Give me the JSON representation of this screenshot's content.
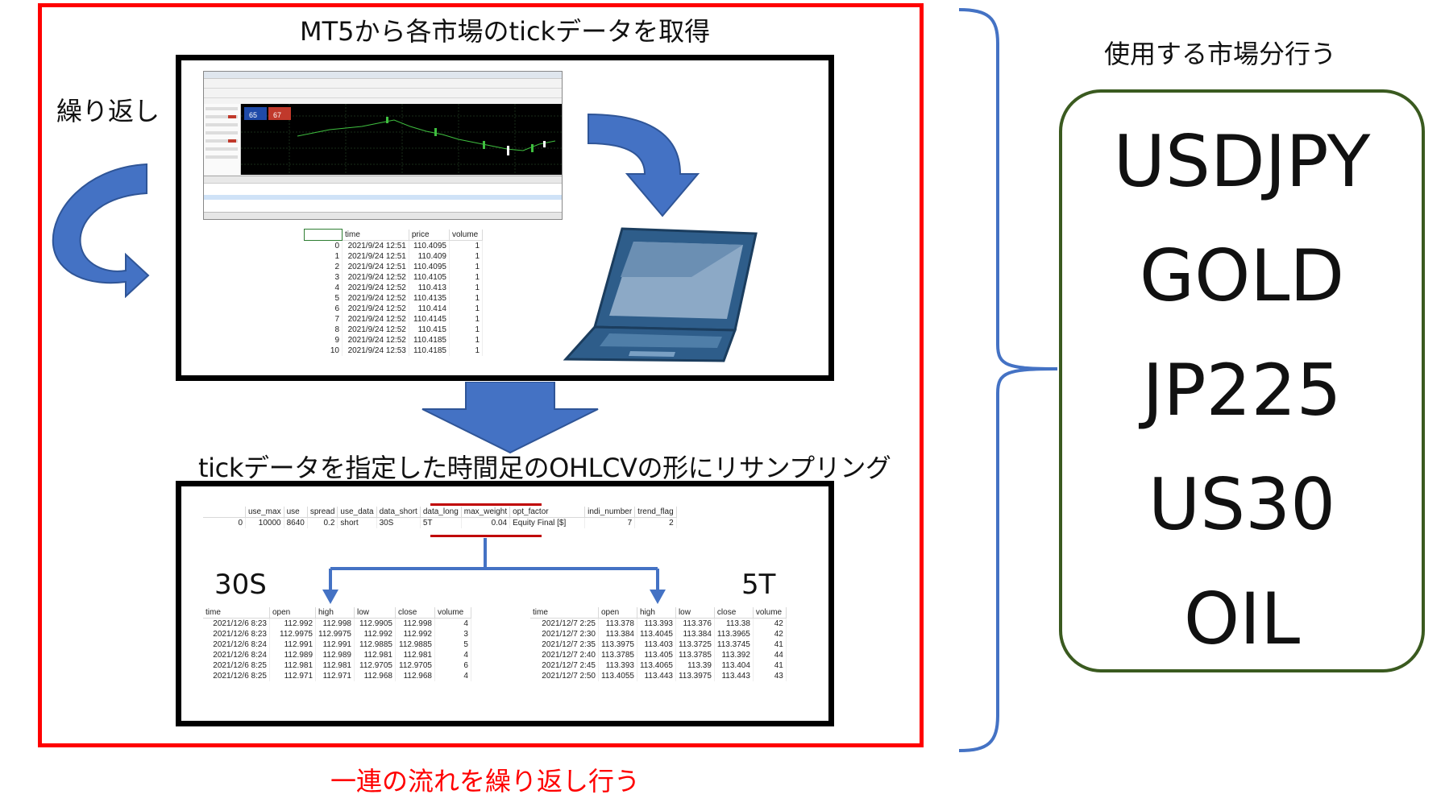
{
  "diagram": {
    "top_title": "MT5から各市場のtickデータを取得",
    "repeat_label": "繰り返し",
    "mid_title": "tickデータを指定した時間足のOHLCVの形にリサンプリング",
    "bottom_caption": "一連の流れを繰り返し行う",
    "right_title": "使用する市場分行う",
    "markets": [
      "USDJPY",
      "GOLD",
      "JP225",
      "US30",
      "OIL"
    ],
    "label_30s": "30S",
    "label_5t": "5T",
    "mt5_quotes": {
      "bid": "65",
      "ask": "67"
    },
    "colors": {
      "red_frame": "#ff0000",
      "arrow_blue": "#4472c4",
      "green_box": "#3a5a1f",
      "caption_red": "#ff0000",
      "select_red": "#c00000"
    }
  },
  "tick_table": {
    "headers": [
      "",
      "time",
      "price",
      "volume"
    ],
    "rows": [
      [
        "0",
        "2021/9/24 12:51",
        "110.4095",
        "1"
      ],
      [
        "1",
        "2021/9/24 12:51",
        "110.409",
        "1"
      ],
      [
        "2",
        "2021/9/24 12:51",
        "110.4095",
        "1"
      ],
      [
        "3",
        "2021/9/24 12:52",
        "110.4105",
        "1"
      ],
      [
        "4",
        "2021/9/24 12:52",
        "110.413",
        "1"
      ],
      [
        "5",
        "2021/9/24 12:52",
        "110.4135",
        "1"
      ],
      [
        "6",
        "2021/9/24 12:52",
        "110.414",
        "1"
      ],
      [
        "7",
        "2021/9/24 12:52",
        "110.4145",
        "1"
      ],
      [
        "8",
        "2021/9/24 12:52",
        "110.415",
        "1"
      ],
      [
        "9",
        "2021/9/24 12:52",
        "110.4185",
        "1"
      ],
      [
        "10",
        "2021/9/24 12:53",
        "110.4185",
        "1"
      ]
    ]
  },
  "param_table": {
    "headers": [
      "",
      "use_max",
      "use",
      "spread",
      "use_data",
      "data_short",
      "data_long",
      "max_weight",
      "opt_factor",
      "indi_number",
      "trend_flag"
    ],
    "row": [
      "0",
      "10000",
      "8640",
      "0.2",
      "short",
      "30S",
      "5T",
      "0.04",
      "Equity Final [$]",
      "7",
      "2"
    ]
  },
  "ohlcv_30s": {
    "headers": [
      "time",
      "open",
      "high",
      "low",
      "close",
      "volume"
    ],
    "rows": [
      [
        "2021/12/6 8:23",
        "112.992",
        "112.998",
        "112.9905",
        "112.998",
        "4"
      ],
      [
        "2021/12/6 8:23",
        "112.9975",
        "112.9975",
        "112.992",
        "112.992",
        "3"
      ],
      [
        "2021/12/6 8:24",
        "112.991",
        "112.991",
        "112.9885",
        "112.9885",
        "5"
      ],
      [
        "2021/12/6 8:24",
        "112.989",
        "112.989",
        "112.981",
        "112.981",
        "4"
      ],
      [
        "2021/12/6 8:25",
        "112.981",
        "112.981",
        "112.9705",
        "112.9705",
        "6"
      ],
      [
        "2021/12/6 8:25",
        "112.971",
        "112.971",
        "112.968",
        "112.968",
        "4"
      ]
    ]
  },
  "ohlcv_5t": {
    "headers": [
      "time",
      "open",
      "high",
      "low",
      "close",
      "volume"
    ],
    "rows": [
      [
        "2021/12/7 2:25",
        "113.378",
        "113.393",
        "113.376",
        "113.38",
        "42"
      ],
      [
        "2021/12/7 2:30",
        "113.384",
        "113.4045",
        "113.384",
        "113.3965",
        "42"
      ],
      [
        "2021/12/7 2:35",
        "113.3975",
        "113.403",
        "113.3725",
        "113.3745",
        "41"
      ],
      [
        "2021/12/7 2:40",
        "113.3785",
        "113.405",
        "113.3785",
        "113.392",
        "44"
      ],
      [
        "2021/12/7 2:45",
        "113.393",
        "113.4065",
        "113.39",
        "113.404",
        "41"
      ],
      [
        "2021/12/7 2:50",
        "113.4055",
        "113.443",
        "113.3975",
        "113.443",
        "43"
      ]
    ]
  }
}
